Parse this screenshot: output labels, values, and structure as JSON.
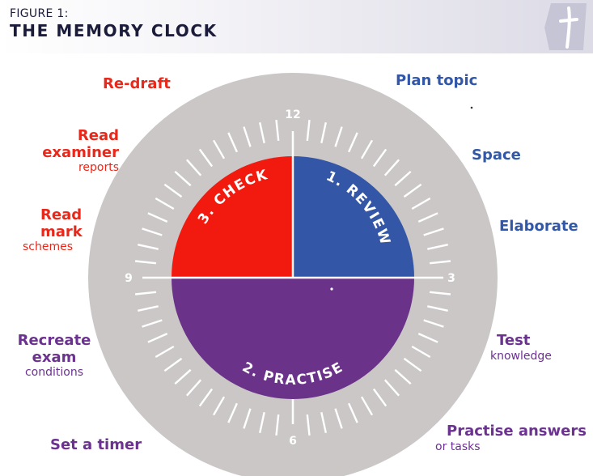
{
  "figure": {
    "label": "FIGURE 1:",
    "title": "THE MEMORY CLOCK"
  },
  "clock": {
    "numbers": {
      "twelve": "12",
      "three": "3",
      "six": "6",
      "nine": "9"
    },
    "sectors": {
      "check": {
        "label": "3. CHECK",
        "color": "#f21a0e"
      },
      "review": {
        "label": "1. REVIEW",
        "color": "#3456a6"
      },
      "practise": {
        "label": "2. PRACTISE",
        "color": "#6a3288"
      }
    },
    "colors": {
      "dial": "#cbc7c7",
      "ticks": "#ffffff",
      "accent_red": "#e8281a",
      "accent_blue": "#3257a8",
      "accent_purple": "#6b3290"
    }
  },
  "labels": {
    "redraft": "Re-draft",
    "read_examiner_1": "Read",
    "read_examiner_2": "examiner",
    "read_examiner_sub": "reports",
    "read_mark_1": "Read",
    "read_mark_2": "mark",
    "read_mark_sub": "schemes",
    "plan_topic": "Plan topic",
    "space": "Space",
    "elaborate": "Elaborate",
    "recreate_1": "Recreate",
    "recreate_2": "exam",
    "recreate_sub": "conditions",
    "set_timer": "Set a timer",
    "test": "Test",
    "test_sub": "knowledge",
    "practise_answers": "Practise answers",
    "practise_answers_sub": "or tasks"
  }
}
